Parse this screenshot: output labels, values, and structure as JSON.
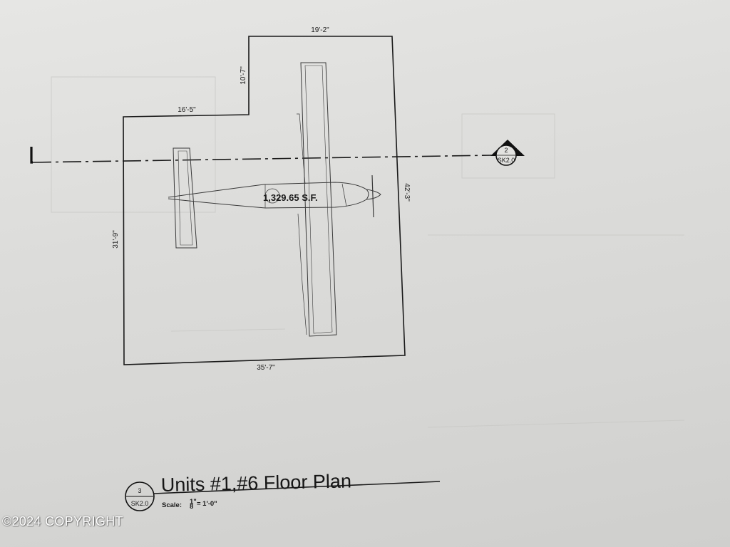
{
  "plan": {
    "dimensions": {
      "top_right_width": "19'-2\"",
      "notch_height": "10'-7\"",
      "top_left_width": "16'-5\"",
      "left_height": "31'-9\"",
      "right_height": "42'-3\"",
      "bottom_width": "35'-7\""
    },
    "area_label": "1,329.65 S.F.",
    "section_marker": {
      "number": "2",
      "sheet": "SK2.0"
    }
  },
  "title_block": {
    "title": "Units #1,#6 Floor Plan",
    "marker_number": "3",
    "marker_sheet": "SK2.0",
    "scale_label": "Scale:",
    "scale_numerator": "1\"",
    "scale_denominator": "8",
    "scale_value": "= 1'-0\""
  },
  "watermark": {
    "text": "©2024 COPYRIGHT"
  },
  "colors": {
    "paper": "#e2e2e0",
    "ink": "#1a1a1a",
    "watermark": "#ffffff"
  }
}
